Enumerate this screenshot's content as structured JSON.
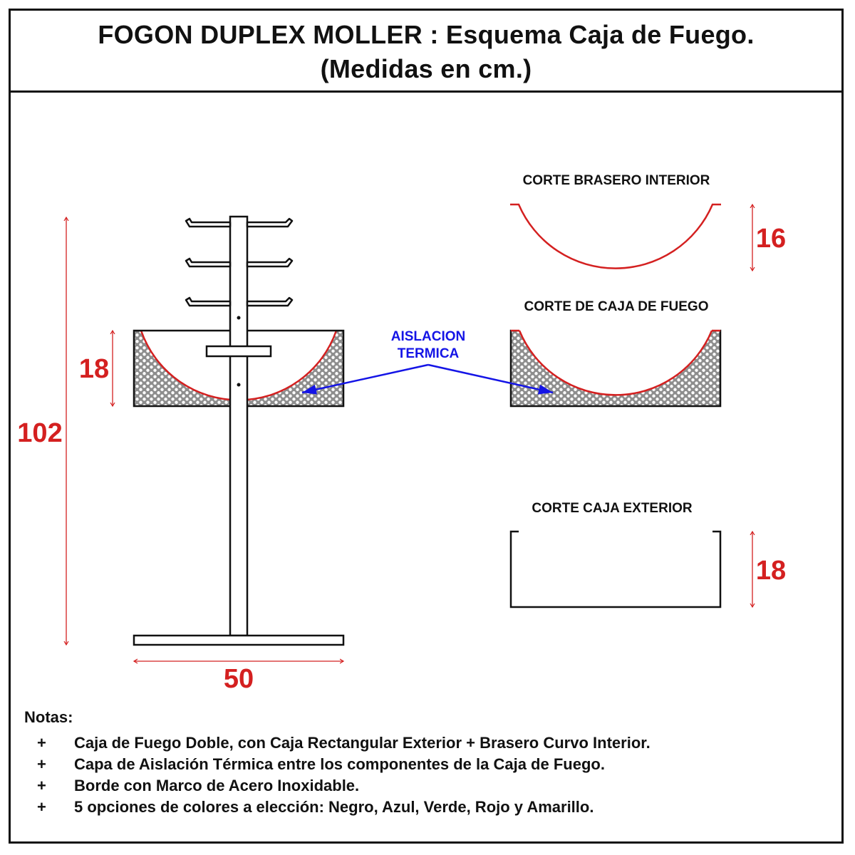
{
  "title": {
    "line1": "FOGON DUPLEX MOLLER : Esquema Caja de Fuego.",
    "line2": "(Medidas en cm.)"
  },
  "labels": {
    "corte_brasero": "CORTE BRASERO INTERIOR",
    "corte_caja_fuego": "CORTE DE CAJA DE FUEGO",
    "corte_caja_exterior": "CORTE CAJA EXTERIOR",
    "aislacion_line1": "AISLACION",
    "aislacion_line2": "TERMICA"
  },
  "dimensions": {
    "total_height": "102",
    "box_height": "18",
    "base_width": "50",
    "brasero_height": "16",
    "exterior_height": "18"
  },
  "notes": {
    "heading": "Notas:",
    "bullet": "+",
    "items": [
      "Caja de Fuego Doble, con Caja Rectangular Exterior + Brasero Curvo Interior.",
      "Capa de Aislación Térmica entre los componentes de la Caja de Fuego.",
      "Borde con Marco de Acero Inoxidable.",
      "5 opciones de colores a elección: Negro, Azul, Verde, Rojo y Amarillo."
    ]
  },
  "colors": {
    "dimension": "#d42020",
    "annotation": "#1414e6",
    "outline": "#111111",
    "insulation_fill": "#9a9a9a"
  }
}
